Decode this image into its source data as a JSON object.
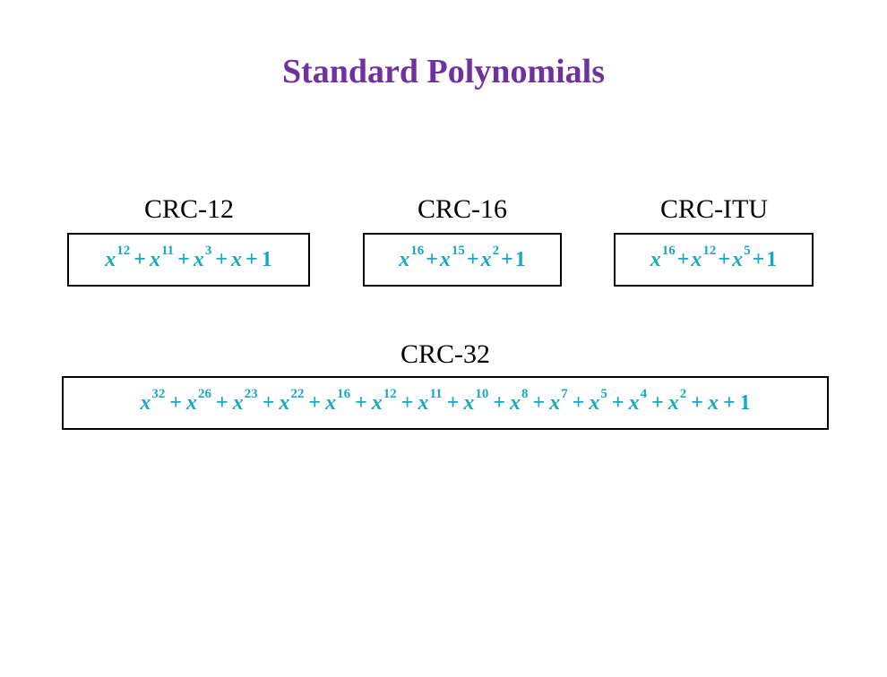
{
  "title": "Standard Polynomials",
  "colors": {
    "title": "#7030A0",
    "polynomial": "#17A8C4",
    "label": "#000000",
    "border": "#000000"
  },
  "polynomials": [
    {
      "name": "CRC-12",
      "exponents": [
        "12",
        "11",
        "3",
        "",
        ""
      ]
    },
    {
      "name": "CRC-16",
      "exponents": [
        "16",
        "15",
        "2",
        ""
      ]
    },
    {
      "name": "CRC-ITU",
      "exponents": [
        "16",
        "12",
        "5",
        ""
      ]
    },
    {
      "name": "CRC-32",
      "exponents": [
        "32",
        "26",
        "23",
        "22",
        "16",
        "12",
        "11",
        "10",
        "8",
        "7",
        "5",
        "4",
        "2",
        "",
        ""
      ]
    }
  ],
  "terms": {
    "variable": "x",
    "plus": "+",
    "one": "1"
  }
}
